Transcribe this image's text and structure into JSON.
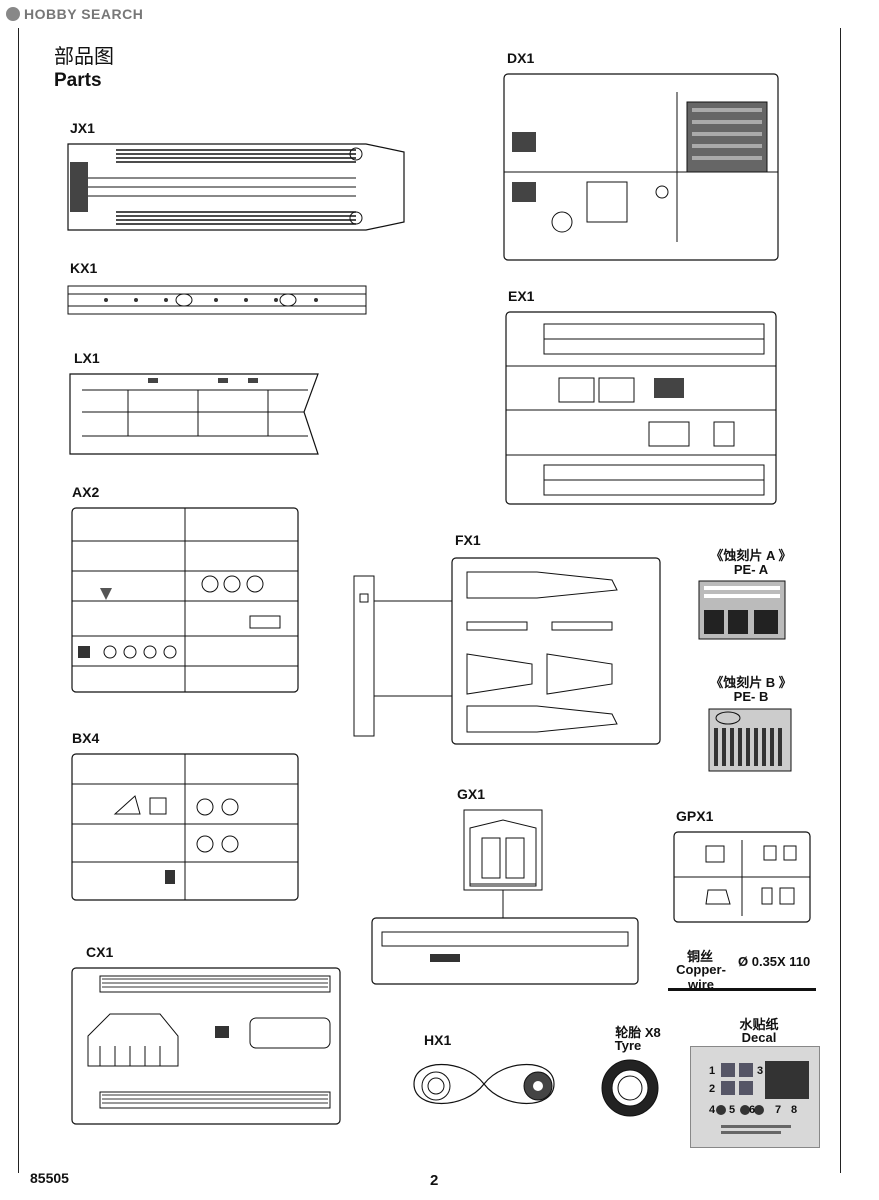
{
  "logo": "HOBBY SEARCH",
  "title_cn": "部品图",
  "title_en": "Parts",
  "sprues": {
    "jx1": "JX1",
    "kx1": "KX1",
    "lx1": "LX1",
    "ax2": "AX2",
    "bx4": "BX4",
    "cx1": "CX1",
    "dx1": "DX1",
    "ex1": "EX1",
    "fx1": "FX1",
    "gx1": "GX1",
    "gpx1": "GPX1",
    "hx1": "HX1"
  },
  "pe_a": {
    "cn": "《蚀刻片 A 》",
    "en": "PE- A"
  },
  "pe_b": {
    "cn": "《蚀刻片 B 》",
    "en": "PE- B"
  },
  "copper": {
    "cn": "铜丝",
    "en": "Copper-wire",
    "spec": "Ø 0.35X 110"
  },
  "tyre": {
    "cn": "轮胎",
    "qty": "X8",
    "en": "Tyre"
  },
  "decal": {
    "cn": "水贴纸",
    "en": "Decal",
    "numbers": [
      "1",
      "2",
      "3",
      "4",
      "5",
      "6",
      "7",
      "8"
    ]
  },
  "footer": {
    "code": "85505",
    "page": "2"
  }
}
